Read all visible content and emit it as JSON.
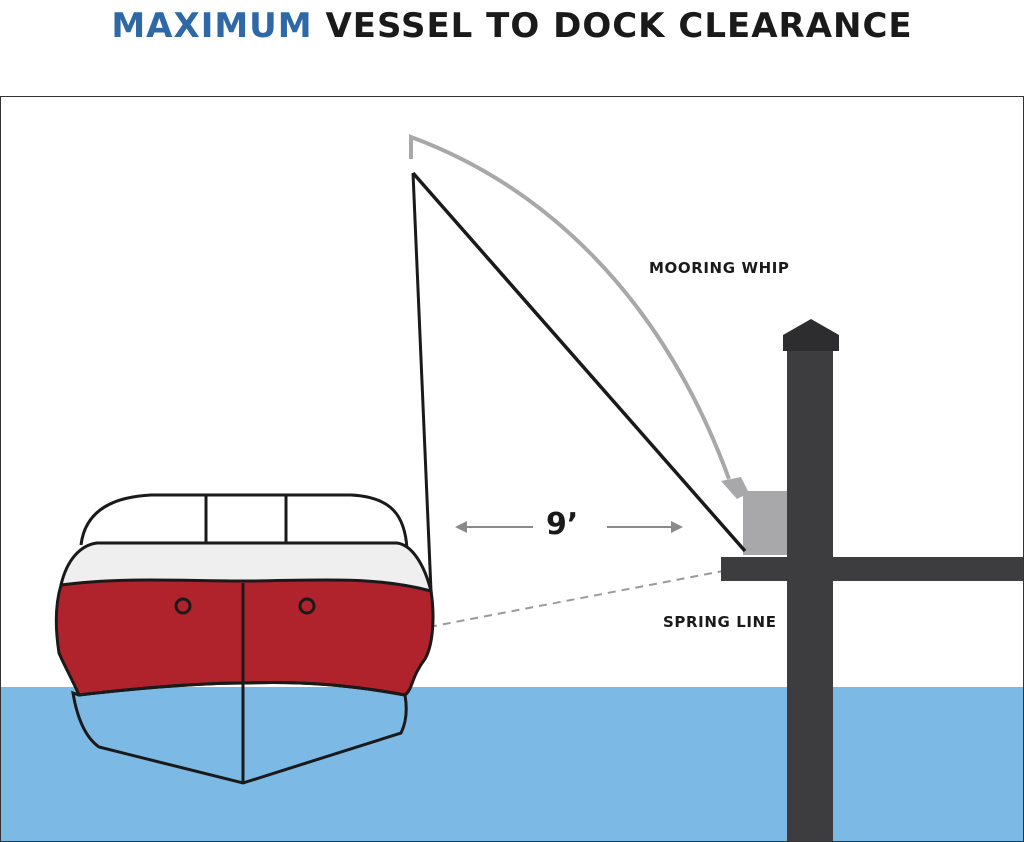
{
  "title": {
    "accent": "MAXIMUM",
    "rest": " VESSEL TO DOCK CLEARANCE"
  },
  "labels": {
    "mooring_whip": "MOORING WHIP",
    "spring_line": "SPRING LINE",
    "clearance": "9’"
  },
  "colors": {
    "title_accent": "#2f68a6",
    "water": "#7cb9e4",
    "hull_red": "#b0232d",
    "deck_white": "#efefef",
    "piling": "#3d3d3f",
    "whip_flexed": "#a8a8aa",
    "whip_mount": "#a8a8aa",
    "outline": "#1a1a1a",
    "dimension_arrow": "#8a8a8a"
  }
}
